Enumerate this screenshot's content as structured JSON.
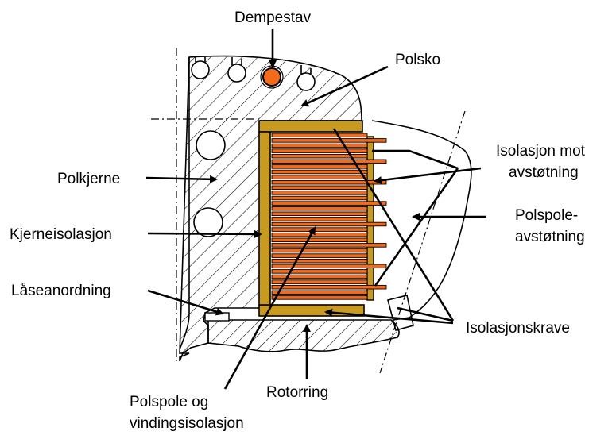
{
  "labels": {
    "dempestav": "Dempestav",
    "polsko": "Polsko",
    "polkjerne": "Polkjerne",
    "kjerneisolasjon": "Kjerneisolasjon",
    "laseanordning": "Låseanordning",
    "isolasjon_mot_line1": "Isolasjon mot",
    "isolasjon_mot_line2": "avstøtning",
    "polspole_line1": "Polspole-",
    "polspole_line2": "avstøtning",
    "isolasjonskrave": "Isolasjonskrave",
    "rotorring": "Rotorring",
    "polspole_og_line1": "Polspole og",
    "polspole_og_line2": "vindingsisolasjon"
  },
  "colors": {
    "winding": "#F26A1B",
    "insulation": "#C89A1E",
    "damper_rod": "#F26A1B",
    "outline": "#000000",
    "hatch": "#000000"
  }
}
